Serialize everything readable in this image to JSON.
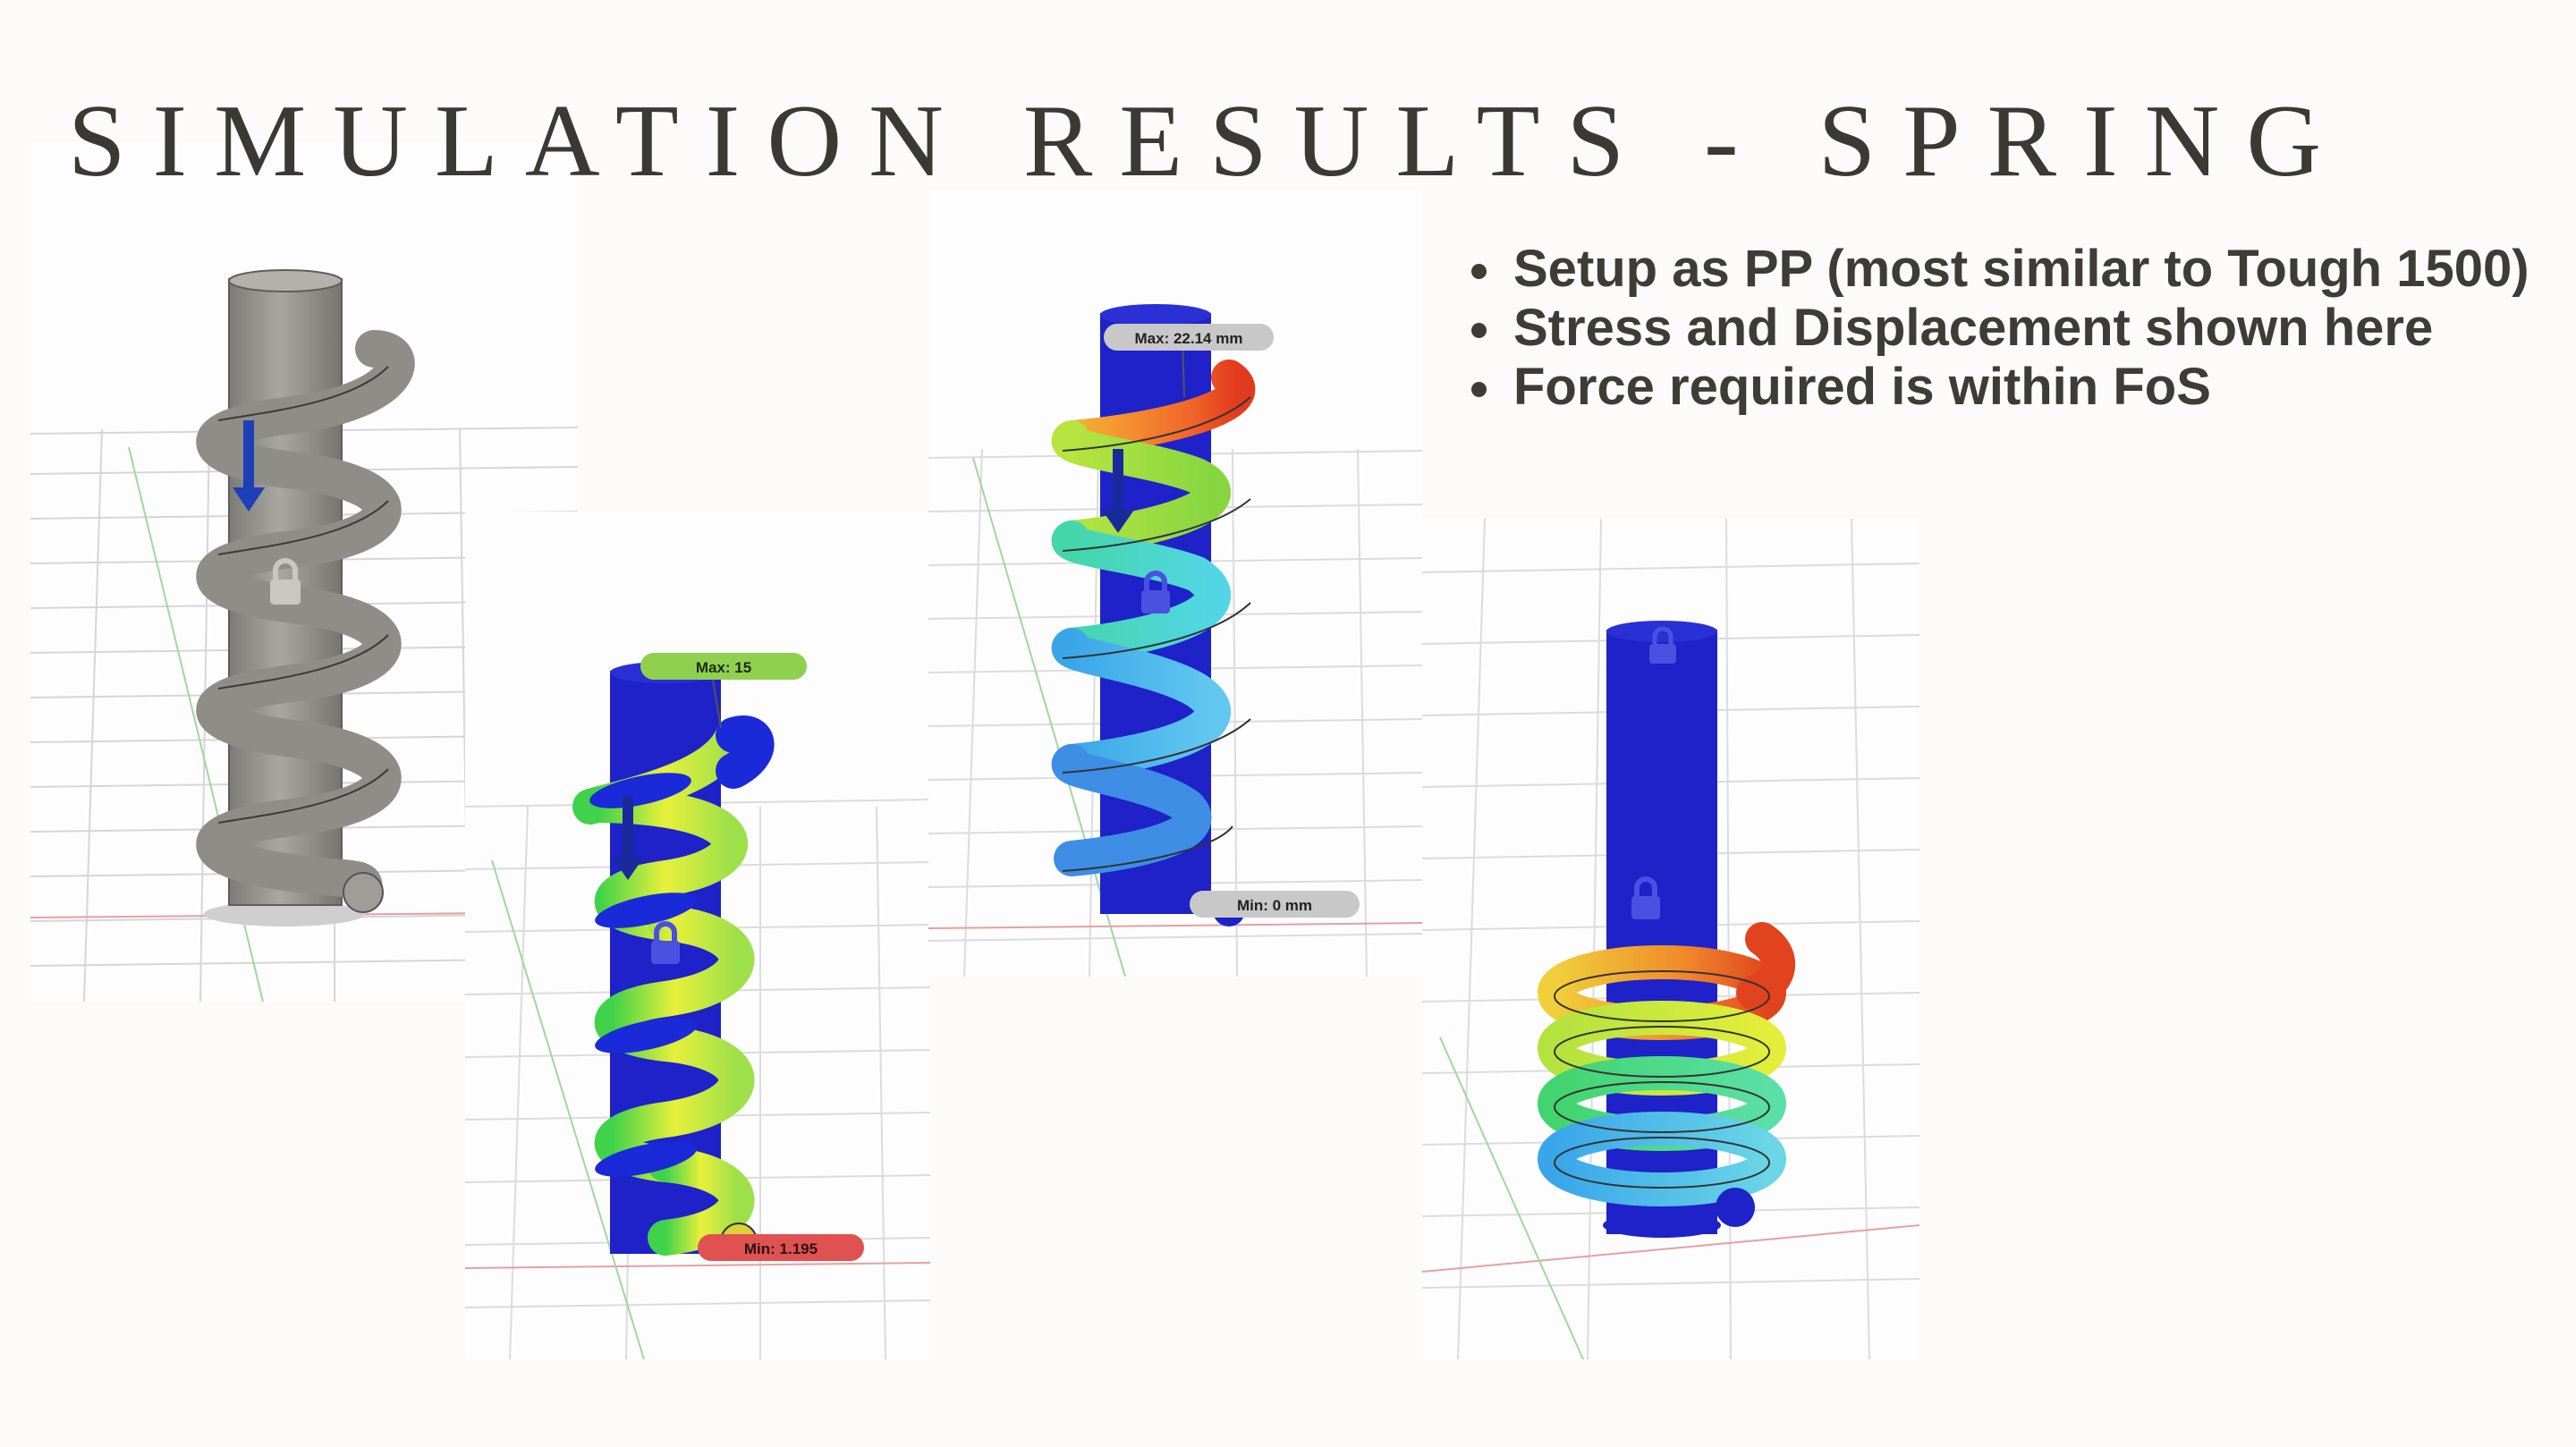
{
  "title": "SIMULATION RESULTS - SPRING",
  "bullets": [
    "Setup as PP (most similar to Tough 1500)",
    "Stress and Displacement shown here",
    "Force required is within FoS"
  ],
  "panels": {
    "stress": {
      "max_label": "Max: 15",
      "min_label": "Min: 1.195"
    },
    "displacement": {
      "max_label": "Max: 22.14 mm",
      "min_label": "Min: 0 mm"
    }
  },
  "colors": {
    "title": "#3b3934",
    "text": "#3f3c37",
    "max_tag_stress": "#8fd14f",
    "min_tag_stress": "#e05252",
    "neutral_tag": "#c8c8c8",
    "rod_blue": "#1e22c8",
    "gray_model": "#8f8d87"
  }
}
